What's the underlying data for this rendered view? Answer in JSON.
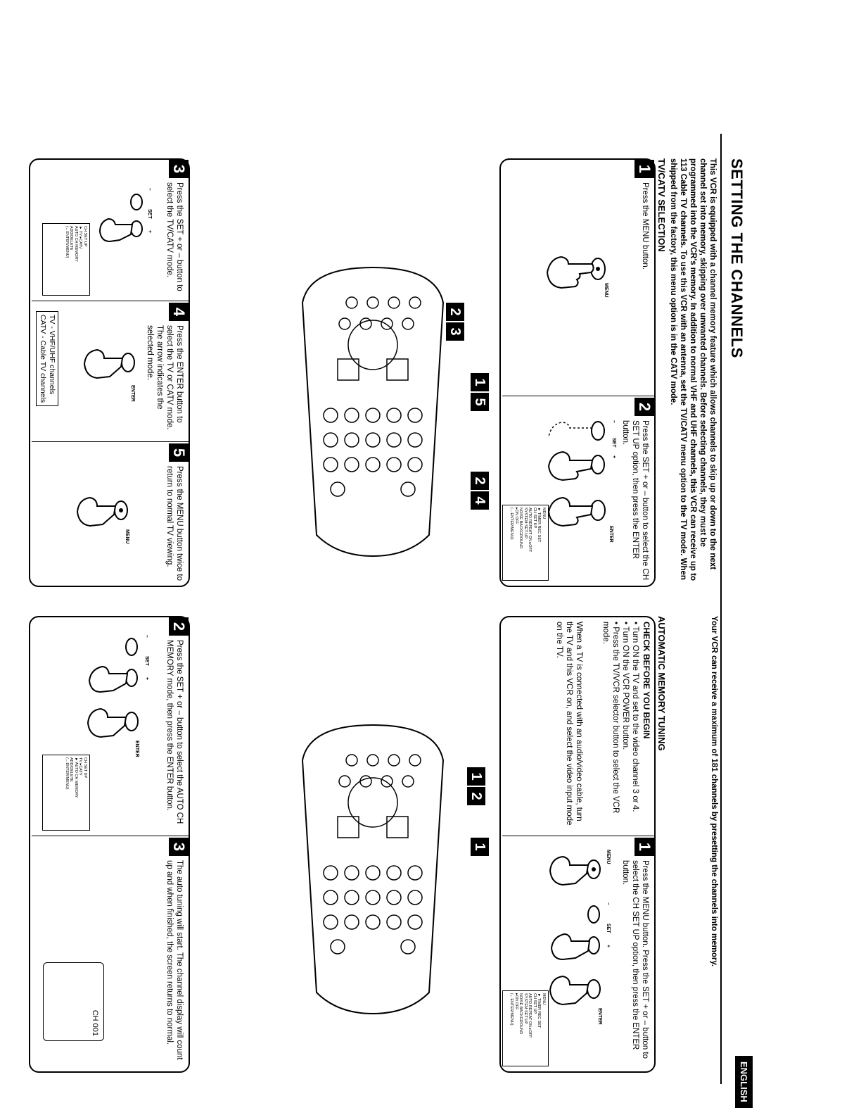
{
  "page": {
    "title": "SETTING THE CHANNELS",
    "intro": "This VCR is equipped with a channel memory feature which allows channels to skip up or down to the next channel set into memory, skipping over unwanted channels. Before selecting channels, they must be programmed into the VCR's memory. In addition to normal VHF and UHF channels, this VCR can receive up to 113 Cable TV channels. To use this VCR with an antenna, set the TV/CATV menu option to the TV mode. When shipped from the factory, this menu option is in the CATV mode.",
    "right_intro": "Your VCR can receive a maximum of 181 channels by presetting the channels into memory.",
    "language_tab": "ENGLISH"
  },
  "left": {
    "heading": "TV/CATV SELECTION",
    "callouts": {
      "c15": [
        "1",
        "5"
      ],
      "c23": [
        "2",
        "3"
      ],
      "c24": [
        "2",
        "4"
      ]
    },
    "steps": [
      {
        "num": "1",
        "text": "Press the MENU button.",
        "button": "MENU"
      },
      {
        "num": "2",
        "text": "Press the SET + or – button to select the CH SET UP option, then press the ENTER button.",
        "set_label": "SET",
        "minus": "–",
        "plus": "+",
        "enter_label": "ENTER"
      },
      {
        "num": "3",
        "text": "Press the SET + or – button to select the TV/CATV mode.",
        "set_label": "SET",
        "minus": "–",
        "plus": "+"
      },
      {
        "num": "4",
        "text": "Press the ENTER button to select the TV or CATV mode. The arrow indicates the selected mode.",
        "enter_label": "ENTER",
        "legend_tv": "TV    - VHF/UHF channels",
        "legend_catv": "CATV - Cable TV channels"
      },
      {
        "num": "5",
        "text": "Press the MENU button twice to return to normal TV viewing.",
        "button": "MENU"
      }
    ],
    "osd_menu": [
      "MENU",
      "► TIMER REC SET",
      "  CH SET UP",
      "  AUTO REPEAT   ON ▸OFF",
      "  SYSTEM SET UP",
      "  NOISE BACKGROUND",
      "         ▸ON   OFF",
      "",
      "(←ENTER/MENU)"
    ],
    "osd_ch": [
      "CH SET UP",
      "► TV ▸CATV",
      "  AUTO CH MEMORY",
      "  ADD/DELETE",
      "",
      "(←ENTER/MENU)"
    ]
  },
  "right": {
    "heading": "AUTOMATIC MEMORY TUNING",
    "check_heading": "CHECK BEFORE YOU BEGIN",
    "checks": [
      "• Turn ON the TV and set to the video channel 3 or 4.",
      "• Turn ON the VCR POWER button.",
      "• Press the TV/VCR selector button to select the VCR mode."
    ],
    "note": "When a TV is connected with an audio/video cable, turn the TV and this VCR on, and select the video input mode on the TV.",
    "callouts": {
      "c1": [
        "1"
      ],
      "c12": [
        "1",
        "2"
      ]
    },
    "steps": [
      {
        "num": "1",
        "text": "Press the MENU button. Press the SET + or – button to select the CH SET UP option, then press the ENTER button.",
        "menu": "MENU",
        "set_label": "SET",
        "minus": "–",
        "plus": "+",
        "enter_label": "ENTER"
      },
      {
        "num": "2",
        "text": "Press the SET + or – button to select the AUTO CH MEMORY mode, then press the ENTER button.",
        "set_label": "SET",
        "minus": "–",
        "plus": "+",
        "enter_label": "ENTER"
      },
      {
        "num": "3",
        "text": "The auto tuning will start. The channel display will count up and when finished, the screen returns to normal.",
        "display": "CH 001"
      }
    ],
    "osd_menu": [
      "MENU",
      "► TIMER REC SET",
      "  CH SET UP",
      "  AUTO REPEAT   ON ▸OFF",
      "  SYSTEM SET UP",
      "  NOISE BACKGROUND",
      "         ▸ON   OFF",
      "",
      "(←ENTER/MENU)"
    ],
    "osd_ch": [
      "CH SET UP",
      "  TV  ▸CATV",
      "► AUTO CH MEMORY",
      "  ADD/DELETE",
      "",
      "(←ENTER/MENU)"
    ]
  }
}
